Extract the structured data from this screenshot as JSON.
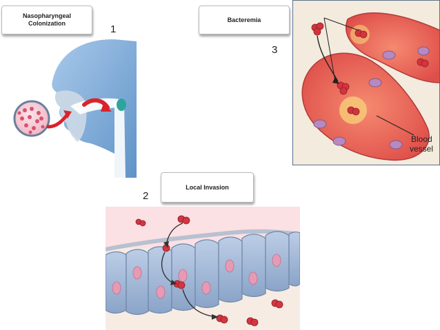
{
  "steps": [
    {
      "number": "1",
      "title": "Nasopharyngeal\nColonization"
    },
    {
      "number": "2",
      "title": "Local Invasion"
    },
    {
      "number": "3",
      "title": "Bacteremia"
    }
  ],
  "illustrations": {
    "bacteremia": {
      "annotation": "Blood\nvessel"
    }
  },
  "colors": {
    "bacteria": "#c8323c",
    "tissue": "#9fb6d4",
    "blood_vessel": "#e86858",
    "head": "#7fb0dc"
  }
}
